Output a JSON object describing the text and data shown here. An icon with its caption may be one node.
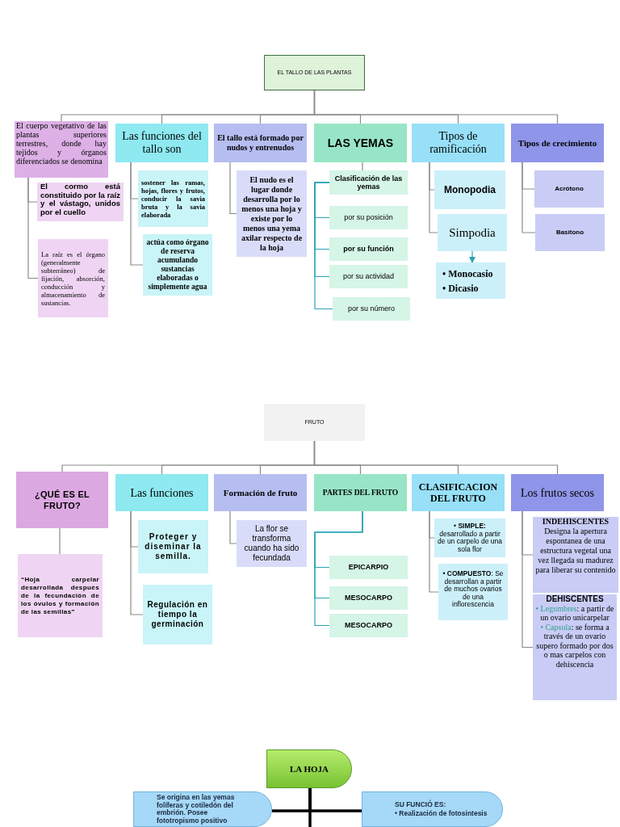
{
  "diagram": {
    "nodes": [
      {
        "text": [
          "EL TALLO DE LAS PLANTAS"
        ]
      },
      {
        "text": [
          "El cuerpo vegetativo de las plantas superiores terrestres, donde hay tejidos y órganos diferenciados se denomina"
        ]
      },
      {
        "text": [
          "El cormo está constituido por la raíz y el vástago, unidos por el cuello"
        ]
      },
      {
        "text": [
          "La raíz es el órgano (generalmente subterráneo) de fijación, absorción, conducción y almacenamiento de sustancias."
        ]
      },
      {
        "text": [
          "Las funciones del tallo son"
        ]
      },
      {
        "text": [
          "sostener las ramas, hojas, flores y frutos, conducir la savia bruta y la savia elaborada"
        ]
      },
      {
        "text": [
          "actúa como órgano de reserva acumulando sustancias elaboradas o simplemente agua"
        ]
      },
      {
        "text": [
          "El tallo está formado por nudos y entrenudos"
        ]
      },
      {
        "text": [
          "El nudo es el lugar donde desarrolla por lo menos una hoja y existe por lo menos una yema axilar respecto de la hoja"
        ]
      },
      {
        "text": [
          "LAS YEMAS"
        ]
      },
      {
        "text": [
          "Clasificación de las yemas"
        ]
      },
      {
        "text": [
          "por su posición"
        ]
      },
      {
        "text": [
          "por su función"
        ]
      },
      {
        "text": [
          "por su actividad"
        ]
      },
      {
        "text": [
          "por su número"
        ]
      },
      {
        "text": [
          "Tipos de ramificación"
        ]
      },
      {
        "text": [
          "Monopodia"
        ]
      },
      {
        "text": [
          "Simpodia"
        ]
      },
      {
        "text": [
          "• Monocasio",
          "• Dicasio"
        ]
      },
      {
        "text": [
          "Tipos de crecimiento"
        ]
      },
      {
        "text": [
          "Acrótono"
        ]
      },
      {
        "text": [
          "Basítono"
        ]
      },
      {
        "text": [
          "FRUTO"
        ]
      },
      {
        "text": [
          "¿QUÉ ES EL FRUTO?"
        ]
      },
      {
        "text": [
          "“Hoja carpelar desarrollada después de la fecundación de los óvulos y formación de las semillas”"
        ]
      },
      {
        "text": [
          "Las funciones"
        ]
      },
      {
        "text": [
          "Proteger y diseminar la semilla."
        ]
      },
      {
        "text": [
          "Regulación en tiempo la germinación"
        ]
      },
      {
        "text": [
          "Formación de fruto"
        ]
      },
      {
        "text": [
          "La flor se transforma cuando ha sido fecundada"
        ]
      },
      {
        "text": [
          "PARTES DEL FRUTO"
        ]
      },
      {
        "text": [
          "EPICARPIO"
        ]
      },
      {
        "text": [
          "MESOCARPO"
        ]
      },
      {
        "text": [
          "MESOCARPO"
        ]
      },
      {
        "text": [
          "CLASIFICACION DEL FRUTO"
        ]
      },
      {
        "text": [
          "• **SIMPLE:** desarrollado a partir de un carpelo de una sola flor"
        ]
      },
      {
        "text": [
          "• **COMPUESTO**: Se desarrollan a partir de muchos ovarios de una inflorescencia"
        ]
      },
      {
        "text": [
          "Los frutos secos"
        ]
      },
      {
        "text": [
          "INDEHISCENTES",
          "Designa la apertura espontanea de una estructura vegetal una vez llegada su madurez para liberar su contenido"
        ]
      },
      {
        "text": [
          "DEHISCENTES",
          "• Legumbres: a partir de un ovario unicarpelar",
          "• Capsula: se forma a través de un ovario supero formado por dos o mas carpelos con dehiscencia"
        ]
      },
      {
        "text": [
          "LA HOJA"
        ]
      },
      {
        "text": [
          "Se origina en las yemas folíferas y cotiledón del embrión. Posee fototropismo positivo"
        ]
      },
      {
        "text": [
          "SU FUNCIÓ ES:",
          "• Realización de fotosintesis"
        ]
      }
    ],
    "edges": [
      {
        "from": 0,
        "to": 1,
        "arrow": "none"
      },
      {
        "from": 0,
        "to": 4,
        "arrow": "none"
      },
      {
        "from": 0,
        "to": 7,
        "arrow": "none"
      },
      {
        "from": 0,
        "to": 9,
        "arrow": "none"
      },
      {
        "from": 0,
        "to": 15,
        "arrow": "none"
      },
      {
        "from": 0,
        "to": 19,
        "arrow": "none"
      },
      {
        "from": 1,
        "to": 2,
        "arrow": "none"
      },
      {
        "from": 1,
        "to": 3,
        "arrow": "none"
      },
      {
        "from": 4,
        "to": 5,
        "arrow": "none"
      },
      {
        "from": 4,
        "to": 6,
        "arrow": "none"
      },
      {
        "from": 7,
        "to": 8,
        "arrow": "none"
      },
      {
        "from": 9,
        "to": 10,
        "arrow": "none"
      },
      {
        "from": 10,
        "to": 11,
        "arrow": "none",
        "color": "#2aa3b5"
      },
      {
        "from": 10,
        "to": 12,
        "arrow": "none",
        "color": "#2aa3b5"
      },
      {
        "from": 10,
        "to": 13,
        "arrow": "none",
        "color": "#2aa3b5"
      },
      {
        "from": 10,
        "to": 14,
        "arrow": "none",
        "color": "#2aa3b5"
      },
      {
        "from": 15,
        "to": 16,
        "arrow": "none"
      },
      {
        "from": 15,
        "to": 17,
        "arrow": "none"
      },
      {
        "from": 17,
        "to": 18,
        "arrow": "to",
        "color": "#2aa3b5"
      },
      {
        "from": 19,
        "to": 20,
        "arrow": "none"
      },
      {
        "from": 19,
        "to": 21,
        "arrow": "none"
      },
      {
        "from": 22,
        "to": 23,
        "arrow": "none"
      },
      {
        "from": 22,
        "to": 25,
        "arrow": "none"
      },
      {
        "from": 22,
        "to": 28,
        "arrow": "none"
      },
      {
        "from": 22,
        "to": 30,
        "arrow": "none"
      },
      {
        "from": 22,
        "to": 34,
        "arrow": "none"
      },
      {
        "from": 22,
        "to": 37,
        "arrow": "none"
      },
      {
        "from": 23,
        "to": 24,
        "arrow": "none"
      },
      {
        "from": 25,
        "to": 26,
        "arrow": "none"
      },
      {
        "from": 25,
        "to": 27,
        "arrow": "none"
      },
      {
        "from": 28,
        "to": 29,
        "arrow": "none"
      },
      {
        "from": 30,
        "to": 31,
        "arrow": "none",
        "color": "#2aa3b5"
      },
      {
        "from": 30,
        "to": 32,
        "arrow": "none",
        "color": "#2aa3b5"
      },
      {
        "from": 30,
        "to": 33,
        "arrow": "none",
        "color": "#2aa3b5"
      },
      {
        "from": 34,
        "to": 35,
        "arrow": "none"
      },
      {
        "from": 34,
        "to": 36,
        "arrow": "none"
      },
      {
        "from": 37,
        "to": 38,
        "arrow": "none"
      },
      {
        "from": 37,
        "to": 39,
        "arrow": "none"
      },
      {
        "from": 40,
        "to": 41,
        "arrow": "none",
        "style": "thick",
        "color": "#000000"
      },
      {
        "from": 40,
        "to": 42,
        "arrow": "none",
        "style": "thick",
        "color": "#000000"
      },
      {
        "from": 40,
        "to": null,
        "arrow": "none",
        "style": "thick",
        "color": "#000000"
      }
    ]
  }
}
